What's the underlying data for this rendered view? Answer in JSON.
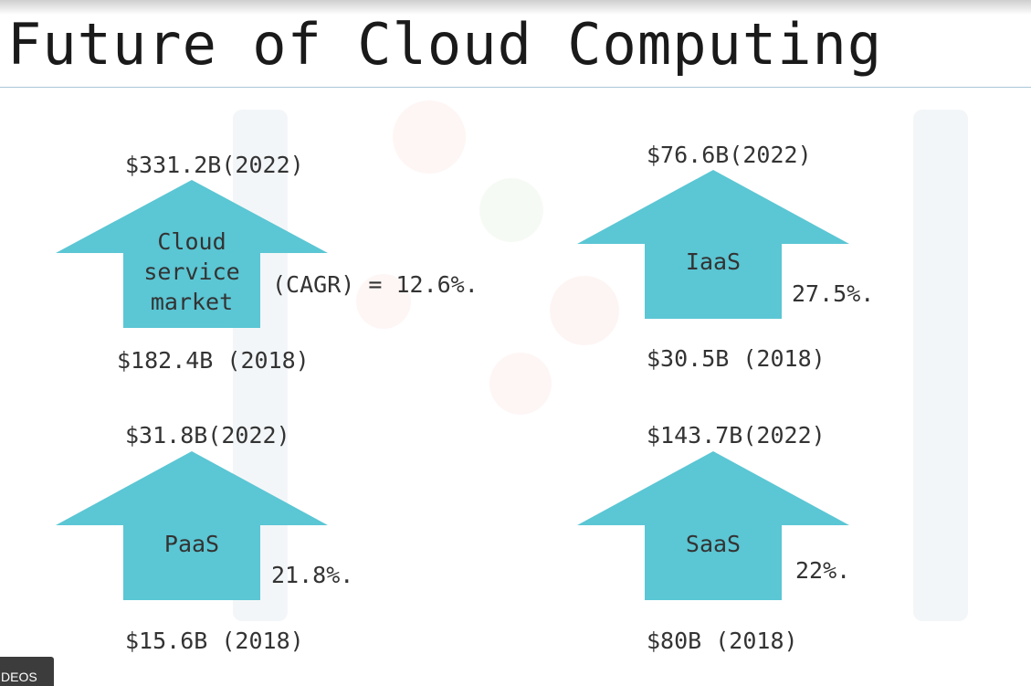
{
  "slide": {
    "title": "Future of Cloud Computing"
  },
  "colors": {
    "arrow": "#5bc6d4",
    "text": "#333333",
    "rule": "#a9c6d8"
  },
  "blocks": {
    "cloud": {
      "top": "$331.2B(2022)",
      "label_lines": [
        "Cloud",
        "service",
        "market"
      ],
      "rate": "(CAGR) = 12.6%.",
      "bottom": "$182.4B (2018)"
    },
    "iaas": {
      "top": "$76.6B(2022)",
      "label_lines": [
        "IaaS"
      ],
      "rate": "27.5%.",
      "bottom": "$30.5B (2018)"
    },
    "paas": {
      "top": "$31.8B(2022)",
      "label_lines": [
        "PaaS"
      ],
      "rate": "21.8%.",
      "bottom": "$15.6B (2018)"
    },
    "saas": {
      "top": "$143.7B(2022)",
      "label_lines": [
        "SaaS"
      ],
      "rate": "22%.",
      "bottom": "$80B (2018)"
    }
  },
  "overlay": {
    "videos_label": "DEOS"
  }
}
